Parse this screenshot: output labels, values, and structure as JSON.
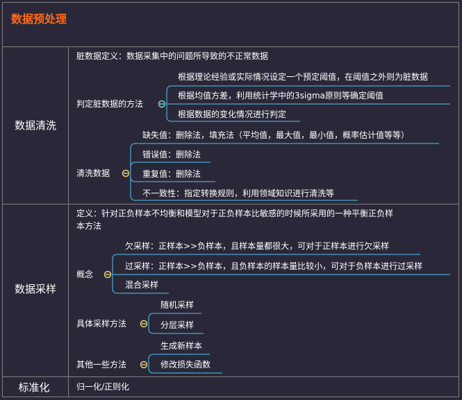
{
  "title": "数据预处理",
  "colors": {
    "background": "#2a2838",
    "title": "#ff6a1a",
    "branch": "#4fc3f7",
    "node_teal": "#7fd4d4",
    "node_gold": "#e6d27a"
  },
  "sections": {
    "cleaning": {
      "label": "数据清洗",
      "definition": "脏数据定义：数据采集中的问题所导致的不正常数据",
      "method": {
        "label": "判定脏数据的方法",
        "items": [
          "根据理论经验或实际情况设定一个预定阈值，在阈值之外则为脏数据",
          "根据均值方差，利用统计学中的3sigma原则等确定阈值",
          "根据数据的变化情况进行判定"
        ]
      },
      "clean": {
        "label": "清洗数据",
        "items": [
          "缺失值：删除法，填充法（平均值，最大值，最小值，概率估计值等等）",
          "错误值：删除法",
          "重复值：删除法",
          "不一致性：指定转换规则，利用领域知识进行清洗等"
        ]
      }
    },
    "sampling": {
      "label": "数据采样",
      "definition_line1": "定义：针对正负样本不均衡和模型对于正负样本比敏感的时候所采用的一种平衡正负样",
      "definition_line2": "本方法",
      "concept": {
        "label": "概念",
        "items": [
          "欠采样：正样本>>负样本，且样本量都很大，可对于正样本进行欠采样",
          "过采样：正样本>>负样本，且负样本的样本量比较小，可对于负样本进行过采样",
          "混合采样"
        ]
      },
      "methods": {
        "label": "具体采样方法",
        "items": [
          "随机采样",
          "分层采样"
        ]
      },
      "others": {
        "label": "其他一些方法",
        "items": [
          "生成新样本",
          "修改损失函数"
        ]
      }
    },
    "normalization": {
      "label": "标准化",
      "content": "归一化/正则化"
    }
  }
}
